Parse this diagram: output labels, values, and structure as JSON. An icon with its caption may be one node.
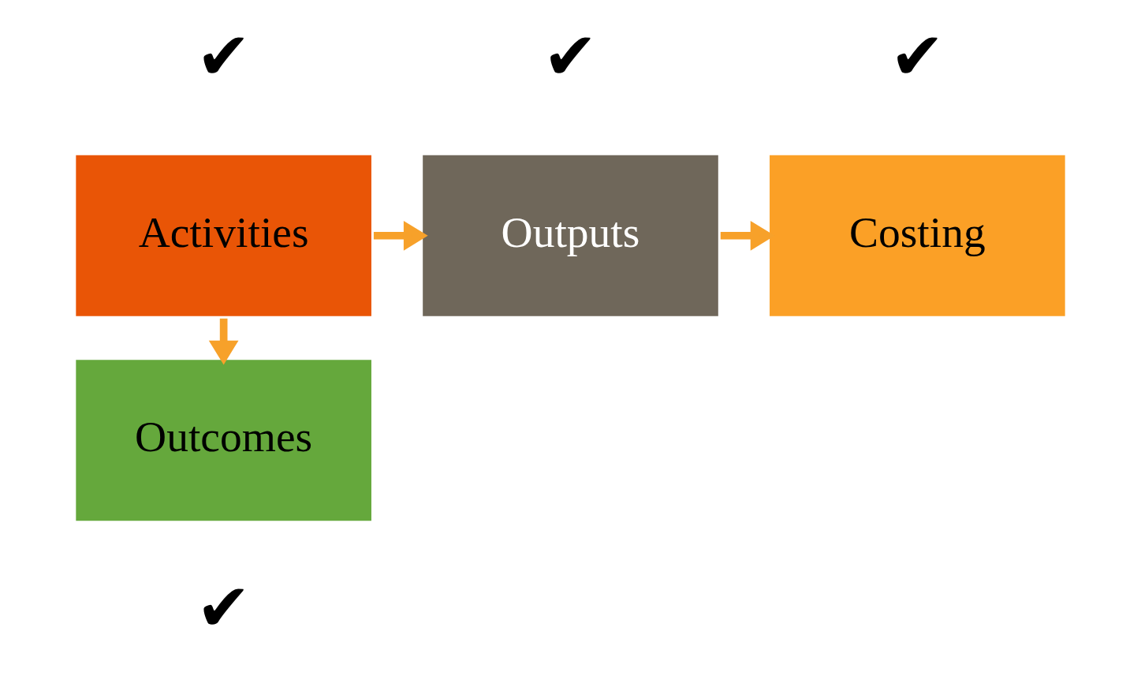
{
  "diagram": {
    "nodes": [
      {
        "text": [
          "Activities"
        ],
        "beside": [
          "✔"
        ]
      },
      {
        "text": [
          "Outputs"
        ],
        "beside": [
          "✔"
        ]
      },
      {
        "text": [
          "Costing"
        ],
        "beside": [
          "✔"
        ]
      },
      {
        "text": [
          "Outcomes"
        ],
        "beside": [
          "✔"
        ]
      }
    ],
    "edges": [
      {
        "from": 0,
        "to": 1,
        "arrow": "to"
      },
      {
        "from": 1,
        "to": 2,
        "arrow": "to"
      },
      {
        "from": 0,
        "to": 3,
        "arrow": "to"
      }
    ]
  }
}
